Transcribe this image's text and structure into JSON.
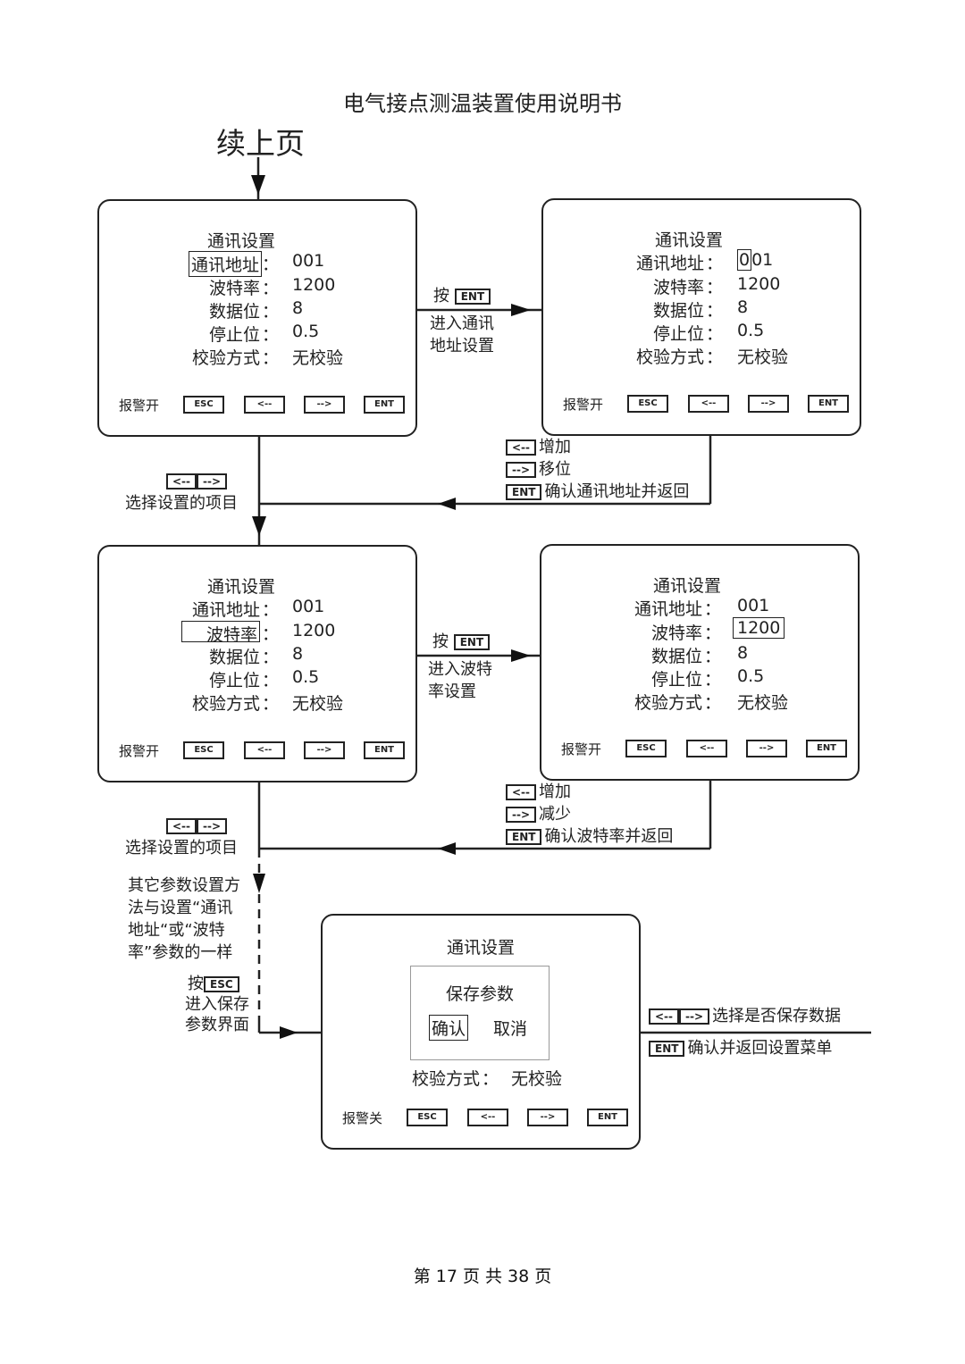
{
  "document": {
    "title": "电气接点测温装置使用说明书",
    "continued_label": "续上页",
    "footer": "第 17 页 共 38 页"
  },
  "keys": {
    "esc": "ESC",
    "left": "<--",
    "right": "-->",
    "ent": "ENT"
  },
  "screens": {
    "s1": {
      "title": "通讯设置",
      "rows": [
        {
          "label": "通讯地址",
          "value": "001"
        },
        {
          "label": "波特率",
          "value": "1200"
        },
        {
          "label": "数据位",
          "value": "8"
        },
        {
          "label": "停止位",
          "value": "0.5"
        },
        {
          "label": "校验方式",
          "value": "无校验"
        }
      ],
      "selected_label": "通讯地址",
      "alarm": "报警开"
    },
    "s2": {
      "title": "通讯设置",
      "rows": [
        {
          "label": "通讯地址",
          "value_cursor": "0",
          "value_rest": "01"
        },
        {
          "label": "波特率",
          "value": "1200"
        },
        {
          "label": "数据位",
          "value": "8"
        },
        {
          "label": "停止位",
          "value": "0.5"
        },
        {
          "label": "校验方式",
          "value": "无校验"
        }
      ],
      "alarm": "报警开"
    },
    "s3": {
      "title": "通讯设置",
      "rows": [
        {
          "label": "通讯地址",
          "value": "001"
        },
        {
          "label": "波特率",
          "value": "1200"
        },
        {
          "label": "数据位",
          "value": "8"
        },
        {
          "label": "停止位",
          "value": "0.5"
        },
        {
          "label": "校验方式",
          "value": "无校验"
        }
      ],
      "selected_label": "波特率",
      "alarm": "报警开"
    },
    "s4": {
      "title": "通讯设置",
      "rows": [
        {
          "label": "通讯地址",
          "value": "001"
        },
        {
          "label": "波特率",
          "value": "1200"
        },
        {
          "label": "数据位",
          "value": "8"
        },
        {
          "label": "停止位",
          "value": "0.5"
        },
        {
          "label": "校验方式",
          "value": "无校验"
        }
      ],
      "selected_value": "1200",
      "alarm": "报警开"
    },
    "s5": {
      "title": "通讯设置",
      "dialog_title": "保存参数",
      "confirm": "确认",
      "cancel": "取消",
      "row": {
        "label": "校验方式",
        "value": "无校验"
      },
      "alarm": "报警关"
    }
  },
  "annotations": {
    "press": "按",
    "enter_addr": [
      "进入通讯",
      "地址设置"
    ],
    "enter_baud": [
      "进入波特",
      "率设置"
    ],
    "select_item": "选择设置的项目",
    "addr_help": [
      "增加",
      "移位",
      "确认通讯地址并返回"
    ],
    "baud_help": [
      "增加",
      "减少",
      "确认波特率并返回"
    ],
    "other_params": [
      "其它参数设置方",
      "法与设置“通讯",
      "地址“或“波特",
      "率”参数的一样"
    ],
    "enter_save": [
      "进入保存",
      "参数界面"
    ],
    "save_help": [
      "选择是否保存数据",
      "确认并返回设置菜单"
    ]
  }
}
